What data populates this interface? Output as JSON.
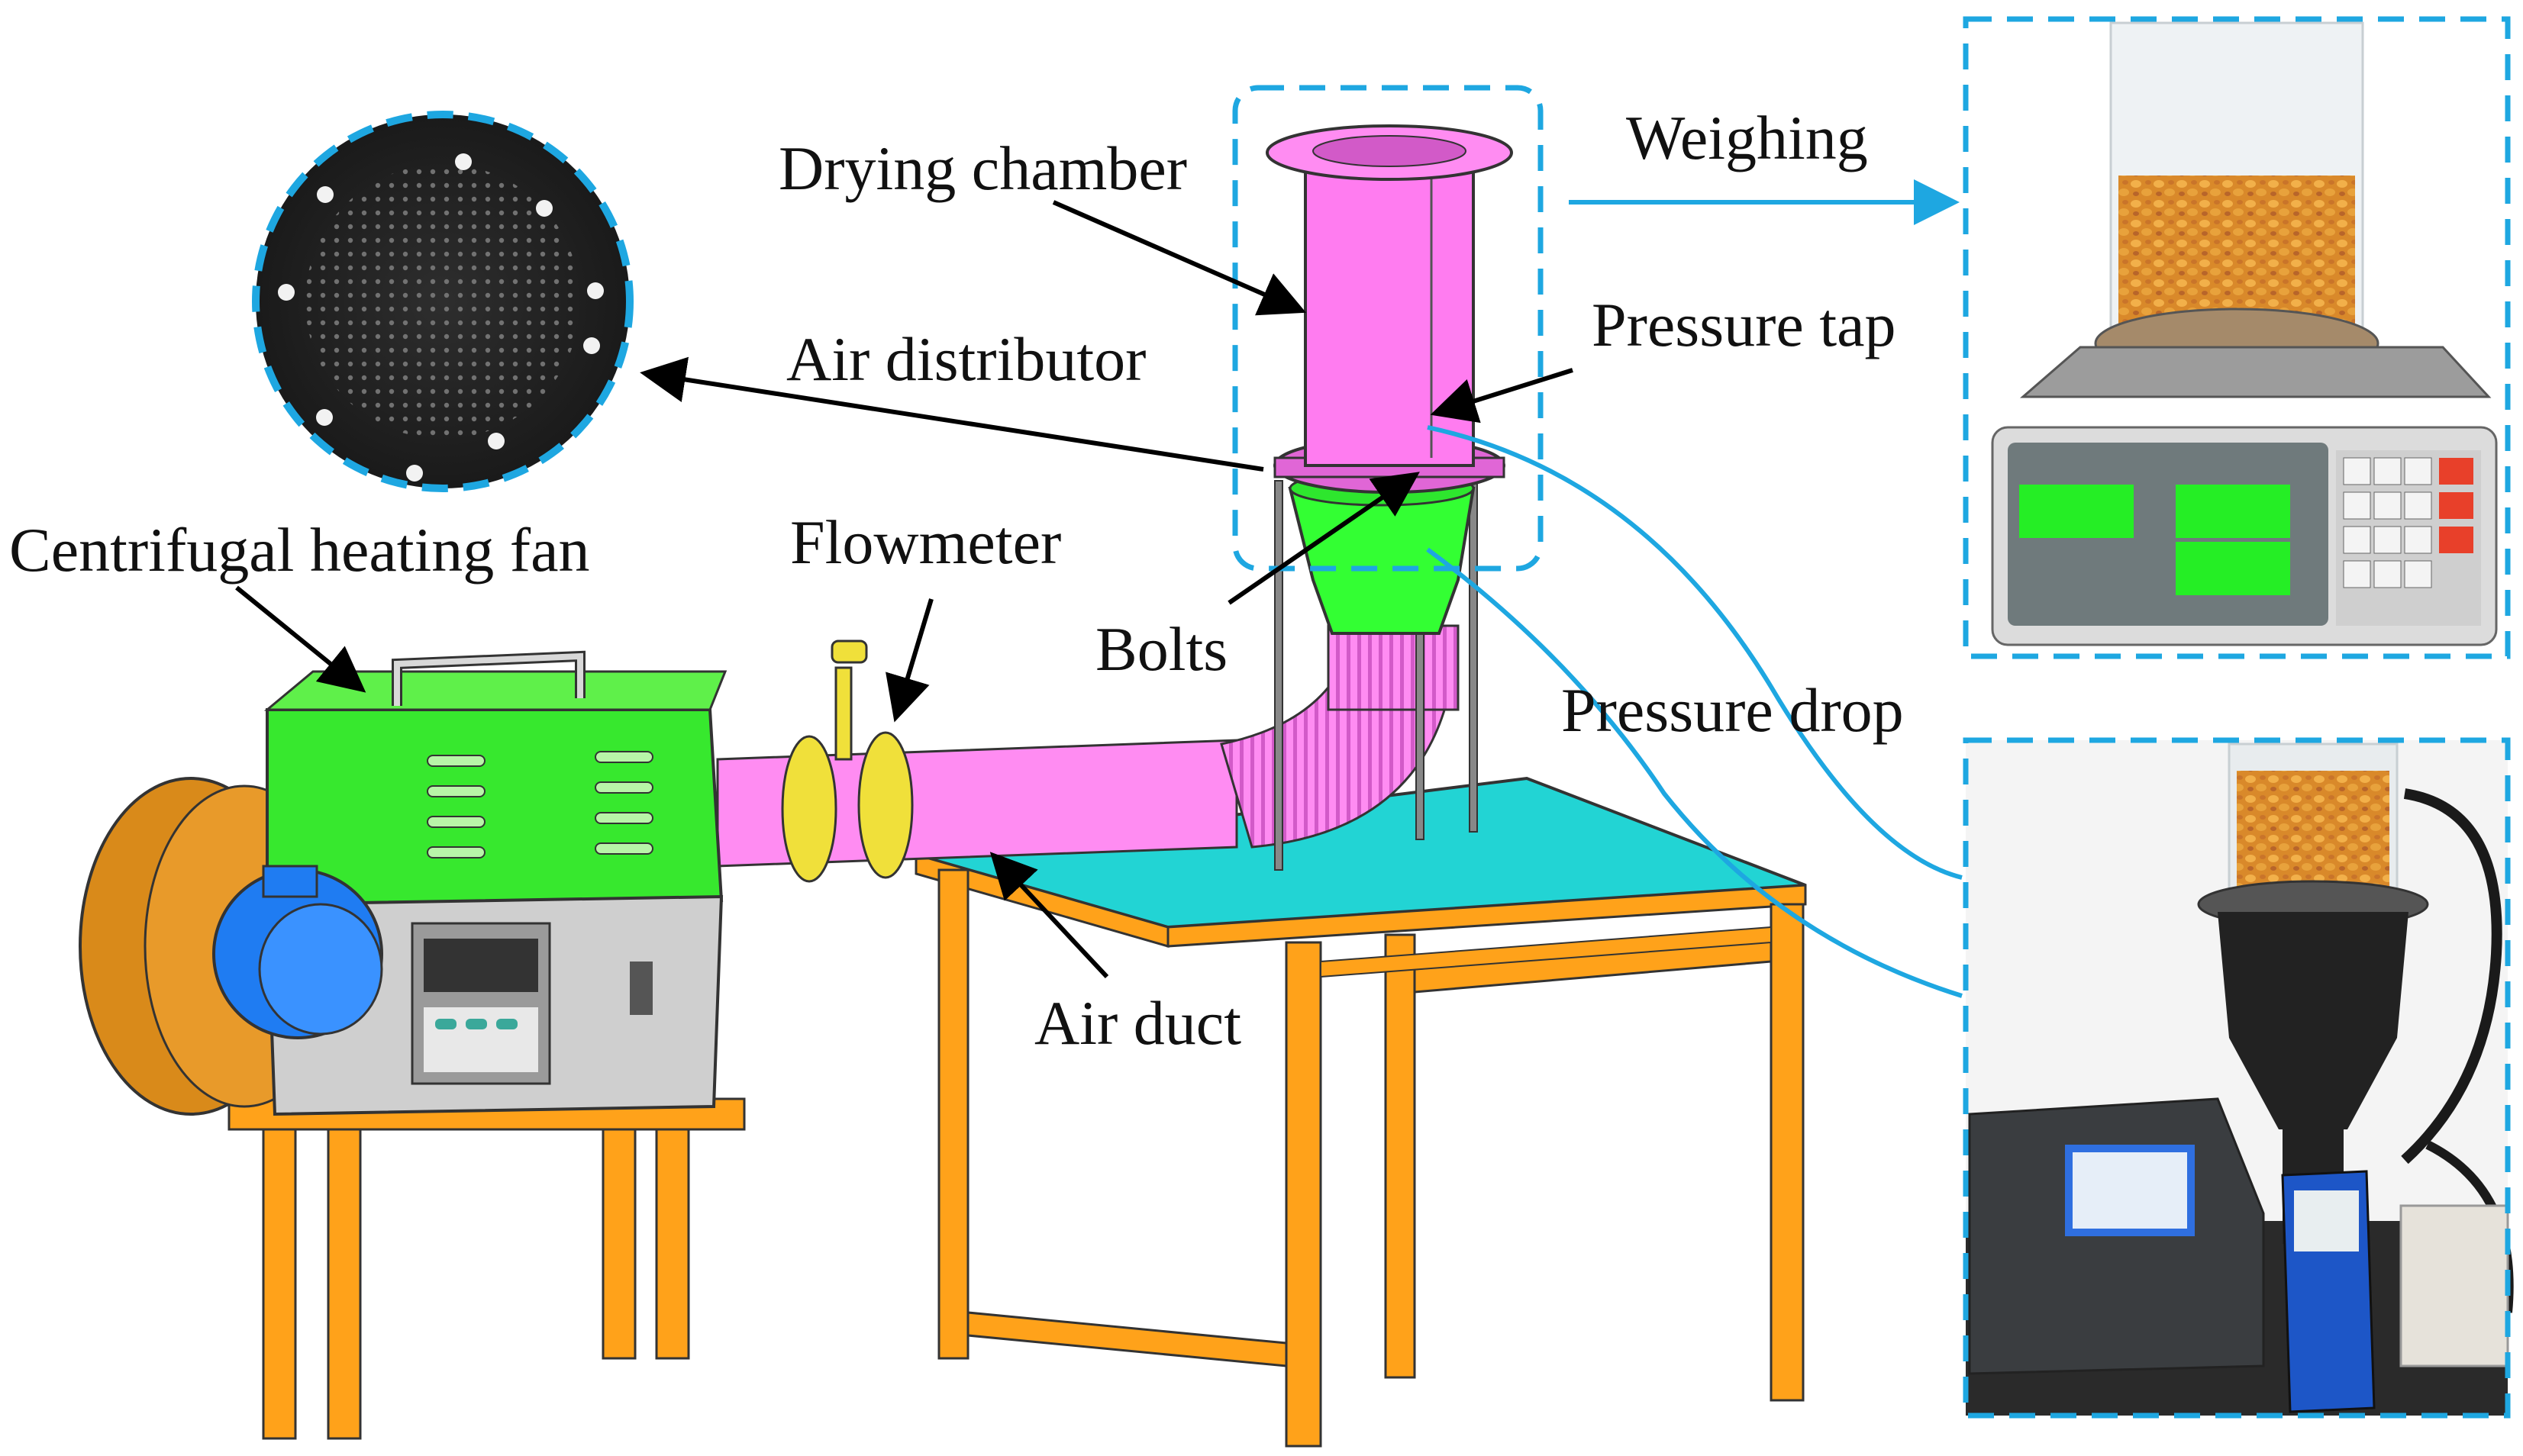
{
  "labels": {
    "drying_chamber": "Drying chamber",
    "weighing": "Weighing",
    "pressure_tap": "Pressure tap",
    "air_distributor": "Air distributor",
    "centrifugal_heating_fan": "Centrifugal heating fan",
    "flowmeter": "Flowmeter",
    "bolts": "Bolts",
    "pressure_drop": "Pressure drop",
    "air_duct": "Air duct"
  },
  "colors": {
    "callout_border": "#1ea7e1",
    "chamber": "#ff7cf0",
    "transition": "#33ff33",
    "fan_housing": "#d98a1a",
    "motor": "#1f7cf2",
    "duct": "#ff8cf2",
    "flowmeter": "#f0e03a",
    "table_legs": "#ffa21a",
    "table_top": "#22d4d4"
  }
}
